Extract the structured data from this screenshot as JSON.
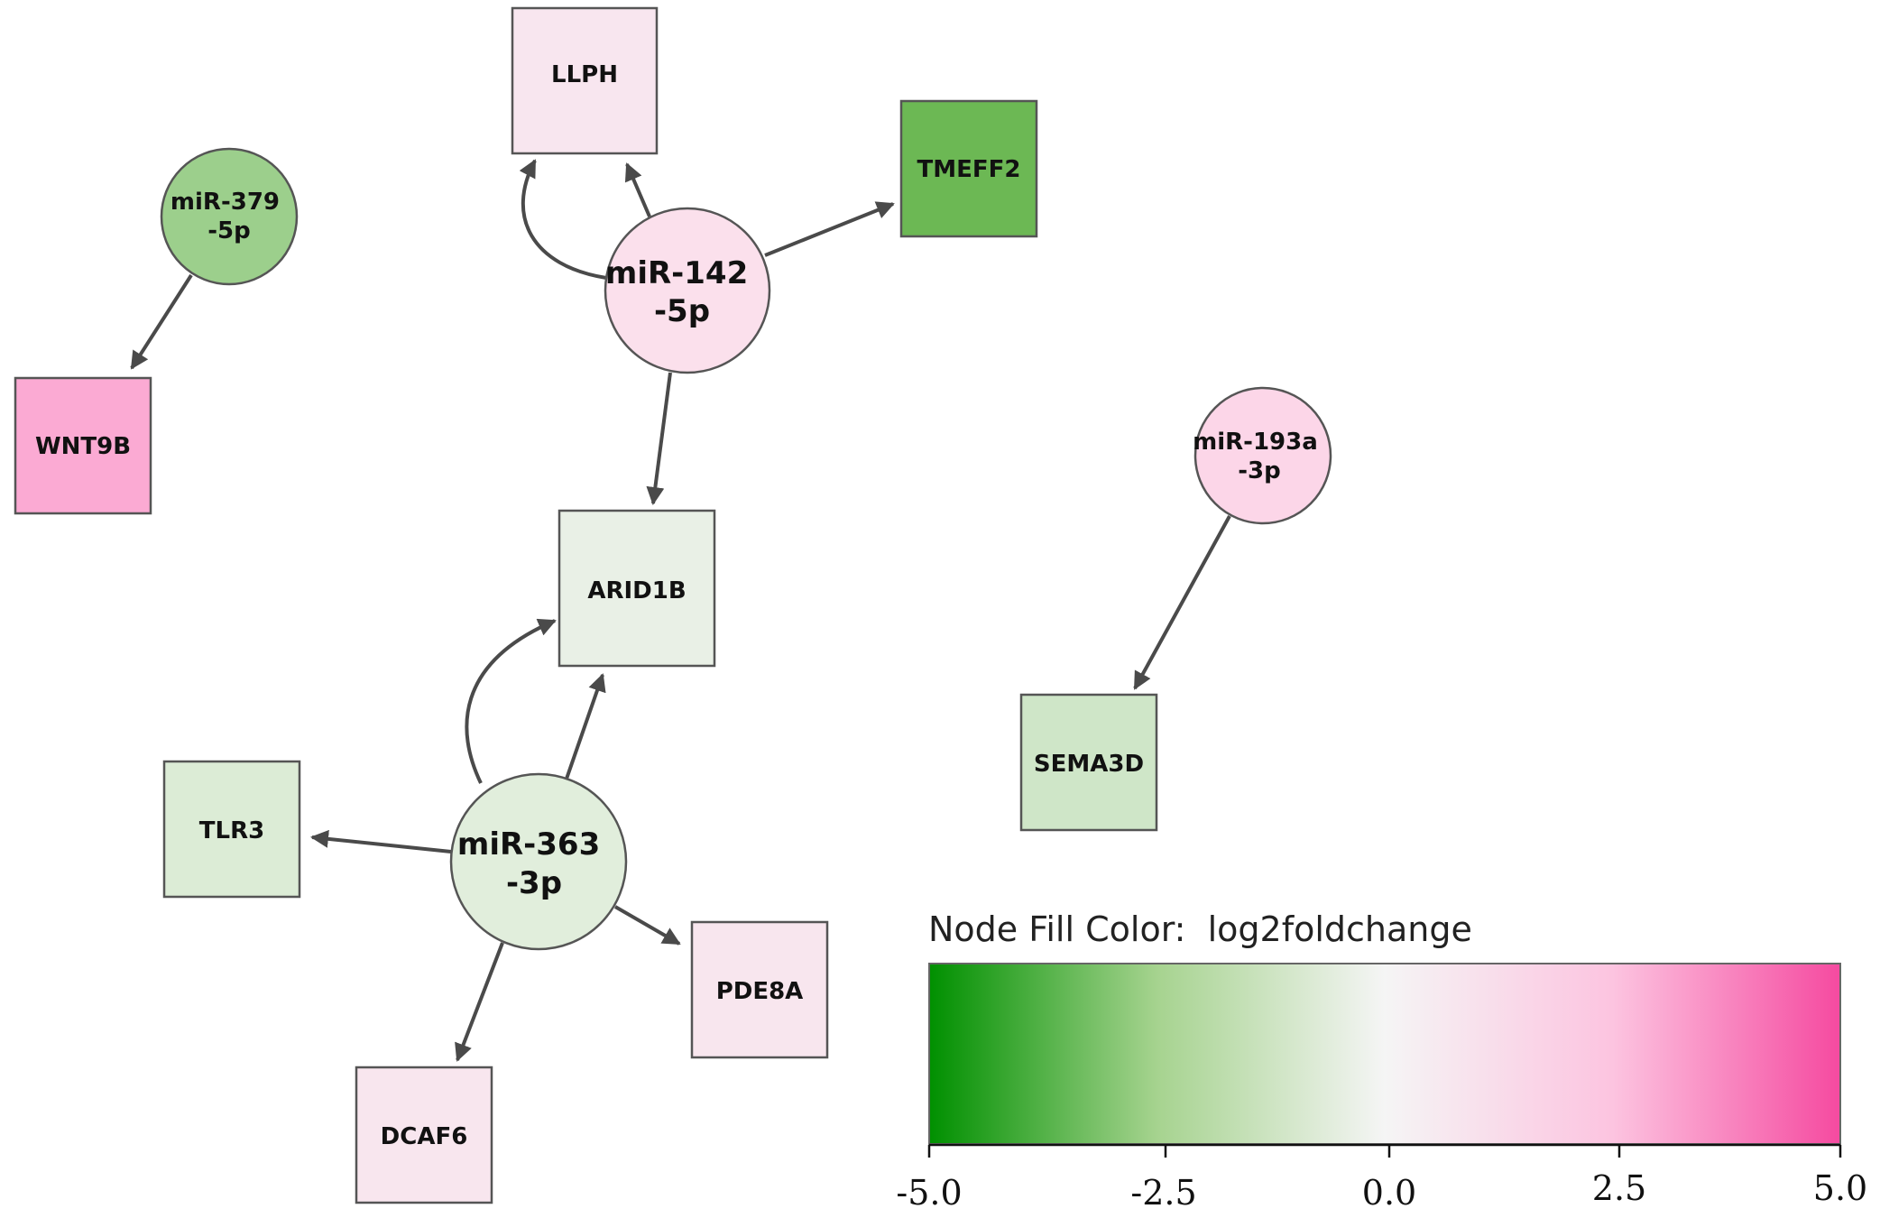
{
  "network": {
    "mirnas": [
      {
        "id": "mir379",
        "lines": [
          "miR-379",
          "-5p"
        ]
      },
      {
        "id": "mir142",
        "lines": [
          "miR-142",
          "-5p"
        ]
      },
      {
        "id": "mir193a",
        "lines": [
          "miR-193a",
          "-3p"
        ]
      },
      {
        "id": "mir363",
        "lines": [
          "miR-363",
          "-3p"
        ]
      }
    ],
    "genes": [
      {
        "id": "llph",
        "label": "LLPH"
      },
      {
        "id": "tmeff2",
        "label": "TMEFF2"
      },
      {
        "id": "wnt9b",
        "label": "WNT9B"
      },
      {
        "id": "arid1b",
        "label": "ARID1B"
      },
      {
        "id": "sema3d",
        "label": "SEMA3D"
      },
      {
        "id": "tlr3",
        "label": "TLR3"
      },
      {
        "id": "pde8a",
        "label": "PDE8A"
      },
      {
        "id": "dcaf6",
        "label": "DCAF6"
      }
    ],
    "edges": [
      {
        "from": "mir379",
        "to": "wnt9b"
      },
      {
        "from": "mir142",
        "to": "llph"
      },
      {
        "from": "mir142",
        "to": "llph"
      },
      {
        "from": "mir142",
        "to": "tmeff2"
      },
      {
        "from": "mir142",
        "to": "arid1b"
      },
      {
        "from": "mir193a",
        "to": "sema3d"
      },
      {
        "from": "mir363",
        "to": "arid1b"
      },
      {
        "from": "mir363",
        "to": "arid1b"
      },
      {
        "from": "mir363",
        "to": "tlr3"
      },
      {
        "from": "mir363",
        "to": "pde8a"
      },
      {
        "from": "mir363",
        "to": "dcaf6"
      }
    ],
    "node_colors": {
      "mir379": "#9ccf8c",
      "mir142": "#fbe0ec",
      "mir193a": "#fcd6e8",
      "mir363": "#e1eedc",
      "llph": "#f8e6ef",
      "tmeff2": "#6cb854",
      "wnt9b": "#fbaad3",
      "arid1b": "#e9f0e6",
      "sema3d": "#cfe6c8",
      "tlr3": "#dcecd6",
      "pde8a": "#f8e6ee",
      "dcaf6": "#f8e6ee"
    }
  },
  "legend": {
    "title": "Node Fill Color:  log2foldchange",
    "gradient_colors": [
      "#009000",
      "#a6d38f",
      "#f5f5f5",
      "#fcc4e0",
      "#f54aa0"
    ],
    "ticks": [
      "-5.0",
      "-2.5",
      "0.0",
      "2.5",
      "5.0"
    ]
  }
}
